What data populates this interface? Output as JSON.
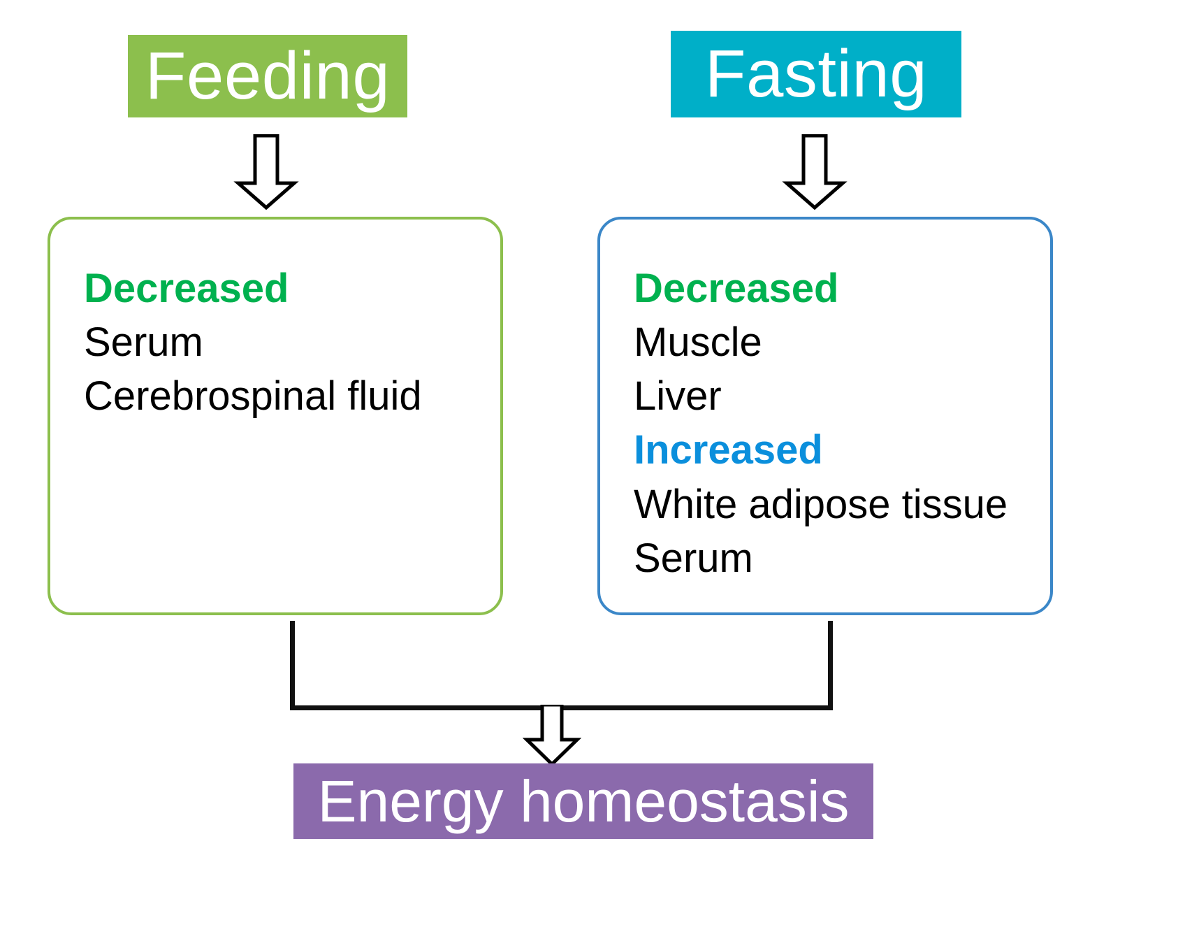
{
  "diagram": {
    "title_feeding": "Feeding",
    "title_fasting": "Fasting",
    "outcome": "Energy homeostasis",
    "colors": {
      "feeding_banner": "#8CBF4D",
      "fasting_banner": "#00AFC8",
      "outcome_banner": "#8B6AAC",
      "feeding_panel_border": "#8CBF4D",
      "fasting_panel_border": "#3B87C8",
      "decreased_text": "#00B14F",
      "increased_text": "#0B8FDC",
      "body_text": "#000000",
      "connector": "#111111",
      "background": "#FFFFFF"
    },
    "feeding_panel": {
      "lines": [
        {
          "text": "Decreased",
          "style": "decreased"
        },
        {
          "text": "Serum",
          "style": "body"
        },
        {
          "text": "Cerebrospinal fluid",
          "style": "body"
        }
      ]
    },
    "fasting_panel": {
      "lines": [
        {
          "text": "Decreased",
          "style": "decreased"
        },
        {
          "text": "Muscle",
          "style": "body"
        },
        {
          "text": "Liver",
          "style": "body"
        },
        {
          "text": "Increased",
          "style": "increased"
        },
        {
          "text": "White adipose tissue",
          "style": "body"
        },
        {
          "text": "Serum",
          "style": "body"
        }
      ]
    },
    "arrows": {
      "feeding_to_panel": "down-block-arrow",
      "fasting_to_panel": "down-block-arrow",
      "panels_to_outcome": "down-block-arrow"
    }
  }
}
